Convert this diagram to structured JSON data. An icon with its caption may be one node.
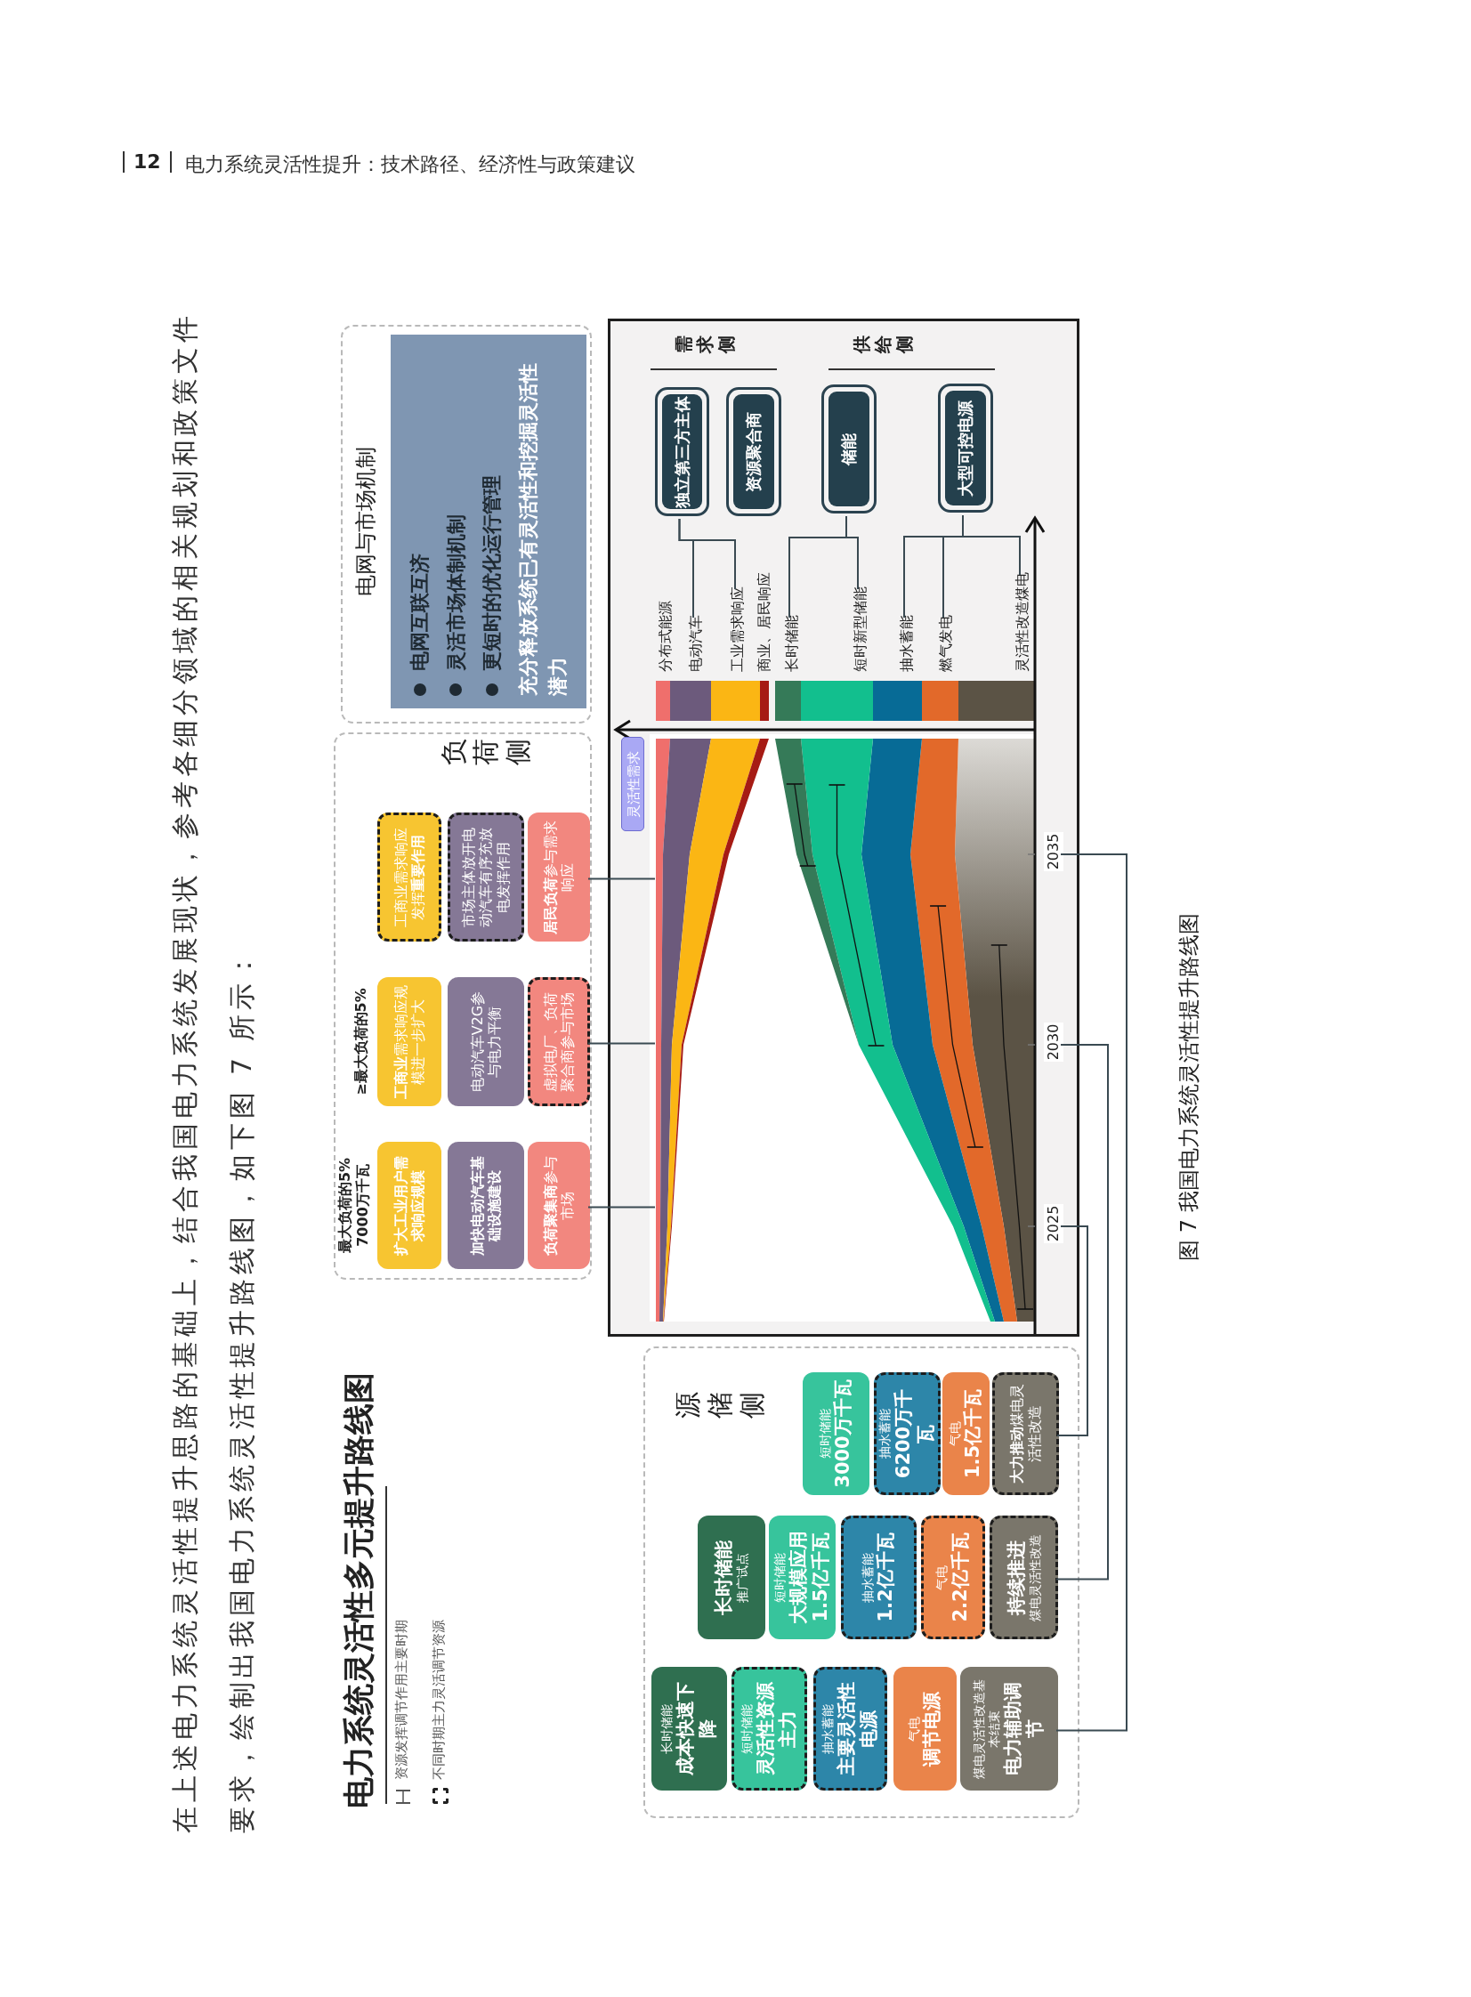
{
  "diagram": {
    "title": "电力系统灵活性多元提升路线图",
    "caption": "图 7 我国电力系统灵活性提升路线图",
    "nodes": [
      {
        "text": [
          "电网与市场机制"
        ]
      },
      {
        "text": [
          "电网互联互济",
          "灵活市场体制机制",
          "更短时的优化运行管理",
          "充分释放系统已有灵活性和挖掘灵活性潜力"
        ],
        "in": 0
      },
      {
        "text": [
          "负荷侧",
          "最大负荷的5% 7000万千瓦",
          "≥最大负荷的5%"
        ]
      },
      {
        "text": [
          "扩大工业用户需求响应规模"
        ],
        "in": 2
      },
      {
        "text": [
          "加快电动汽车基础设施建设"
        ],
        "in": 2
      },
      {
        "text": [
          "**负荷聚集商**参与市场"
        ],
        "in": 2
      },
      {
        "text": [
          "**工商业**需求响应规模进一步扩大"
        ],
        "in": 2
      },
      {
        "text": [
          "电动汽车V2G参与电力平衡"
        ],
        "in": 2
      },
      {
        "text": [
          "虚拟电厂、负荷聚合商参与市场"
        ],
        "in": 2
      },
      {
        "text": [
          "工商业需求响应发挥**重要作用**"
        ],
        "in": 2
      },
      {
        "text": [
          "市场主体放开电动汽车有序充放电发挥作用"
        ],
        "in": 2
      },
      {
        "text": [
          "**居民负荷**参与需求响应"
        ],
        "in": 2
      },
      {
        "text": [
          "需求侧",
          "供给侧"
        ]
      },
      {
        "text": [
          "独立第三方主体"
        ],
        "in": 12
      },
      {
        "text": [
          "资源聚合商"
        ],
        "in": 12
      },
      {
        "text": [
          "储能"
        ],
        "in": 12
      },
      {
        "text": [
          "大型可控电源"
        ],
        "in": 12
      },
      {
        "text": [
          "分布式能源"
        ],
        "in": 12
      },
      {
        "text": [
          "电动汽车"
        ],
        "in": 12
      },
      {
        "text": [
          "工业需求响应"
        ],
        "in": 12
      },
      {
        "text": [
          "商业、居民响应"
        ],
        "in": 12
      },
      {
        "text": [
          "长时储能"
        ],
        "in": 12
      },
      {
        "text": [
          "短时新型储能"
        ],
        "in": 12
      },
      {
        "text": [
          "抽水蓄能"
        ],
        "in": 12
      },
      {
        "text": [
          "燃气发电"
        ],
        "in": 12
      },
      {
        "text": [
          "灵活性改造煤电"
        ],
        "in": 12
      },
      {
        "text": [
          "2025"
        ],
        "in": 12
      },
      {
        "text": [
          "2030"
        ],
        "in": 12
      },
      {
        "text": [
          "2035"
        ],
        "in": 12
      },
      {
        "text": [
          "源储侧"
        ]
      },
      {
        "text": [
          "长时储能",
          "成本快速下降"
        ],
        "in": 29
      },
      {
        "text": [
          "短时储能",
          "灵活性资源主力"
        ],
        "in": 29
      },
      {
        "text": [
          "抽水蓄能",
          "主要灵活性电源"
        ],
        "in": 29
      },
      {
        "text": [
          "气电",
          "调节电源"
        ],
        "in": 29
      },
      {
        "text": [
          "煤电灵活性改造基本结束",
          "电力辅助调节"
        ],
        "in": 29
      },
      {
        "text": [
          "长时储能",
          "推广试点"
        ],
        "in": 29
      },
      {
        "text": [
          "短时储能",
          "大规模应用",
          "1.5亿千瓦"
        ],
        "in": 29
      },
      {
        "text": [
          "抽水蓄能",
          "1.2亿千瓦"
        ],
        "in": 29
      },
      {
        "text": [
          "气电",
          "2.2亿千瓦"
        ],
        "in": 29
      },
      {
        "text": [
          "持续推进",
          "煤电灵活性改造"
        ],
        "in": 29
      },
      {
        "text": [
          "短时储能",
          "3000万千瓦"
        ],
        "in": 29
      },
      {
        "text": [
          "抽水蓄能",
          "6200万千瓦"
        ],
        "in": 29
      },
      {
        "text": [
          "气电",
          "1.5亿千瓦"
        ],
        "in": 29
      },
      {
        "text": [
          "**大力推动**煤电灵活性改造"
        ],
        "in": 29
      }
    ],
    "edges": [
      {
        "from": 13,
        "to": 18,
        "arrow": "none"
      },
      {
        "from": 13,
        "to": 19,
        "arrow": "none"
      },
      {
        "from": 15,
        "to": 21,
        "arrow": "none"
      },
      {
        "from": 15,
        "to": 22,
        "arrow": "none"
      },
      {
        "from": 16,
        "to": 23,
        "arrow": "none"
      },
      {
        "from": 16,
        "to": 24,
        "arrow": "none"
      },
      {
        "from": 16,
        "to": 25,
        "arrow": "none"
      },
      {
        "from": 34,
        "to": 28,
        "arrow": "none"
      },
      {
        "from": 39,
        "to": 27,
        "arrow": "none"
      },
      {
        "from": 43,
        "to": 26,
        "arrow": "none"
      },
      {
        "from": 5,
        "to": null,
        "arrow": "none"
      },
      {
        "from": 8,
        "to": null,
        "arrow": "none"
      },
      {
        "from": 11,
        "to": null,
        "arrow": "none"
      }
    ],
    "labels": [
      "12",
      "电力系统灵活性提升：技术路径、经济性与政策建议",
      "在上述电力系统灵活性提升思路的基础上，结合我国电力系统发展现状，参考各细分领域的相关规划和政策文件要求，绘制出我国电力系统灵活性提升路线图，如下图 7 所示：",
      "灵活性需求"
    ],
    "legend": [
      {
        "text": "资源发挥调节作用主要时期"
      },
      {
        "text": "不同时期主力灵活调节资源"
      }
    ]
  }
}
